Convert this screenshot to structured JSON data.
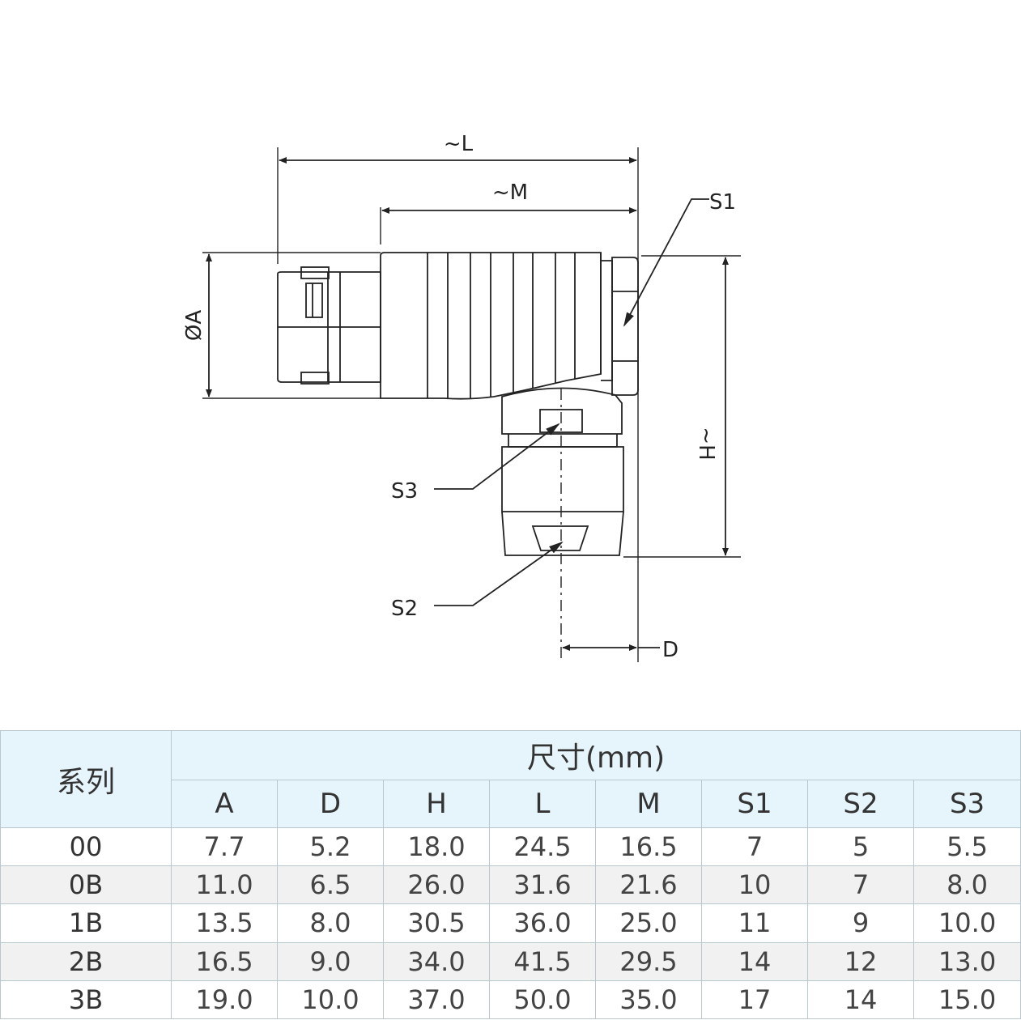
{
  "drawing": {
    "labels": {
      "L": "~L",
      "M": "~M",
      "A": "ØA",
      "H": "~H",
      "S1": "S1",
      "S2": "S2",
      "S3": "S3",
      "D": "D"
    }
  },
  "table": {
    "series_header": "系列",
    "group_header": "尺寸(mm)",
    "columns": [
      "A",
      "D",
      "H",
      "L",
      "M",
      "S1",
      "S2",
      "S3"
    ],
    "rows": [
      {
        "series": "00",
        "values": [
          "7.7",
          "5.2",
          "18.0",
          "24.5",
          "16.5",
          "7",
          "5",
          "5.5"
        ]
      },
      {
        "series": "0B",
        "values": [
          "11.0",
          "6.5",
          "26.0",
          "31.6",
          "21.6",
          "10",
          "7",
          "8.0"
        ]
      },
      {
        "series": "1B",
        "values": [
          "13.5",
          "8.0",
          "30.5",
          "36.0",
          "25.0",
          "11",
          "9",
          "10.0"
        ]
      },
      {
        "series": "2B",
        "values": [
          "16.5",
          "9.0",
          "34.0",
          "41.5",
          "29.5",
          "14",
          "12",
          "13.0"
        ]
      },
      {
        "series": "3B",
        "values": [
          "19.0",
          "10.0",
          "37.0",
          "50.0",
          "35.0",
          "17",
          "14",
          "15.0"
        ]
      }
    ]
  }
}
